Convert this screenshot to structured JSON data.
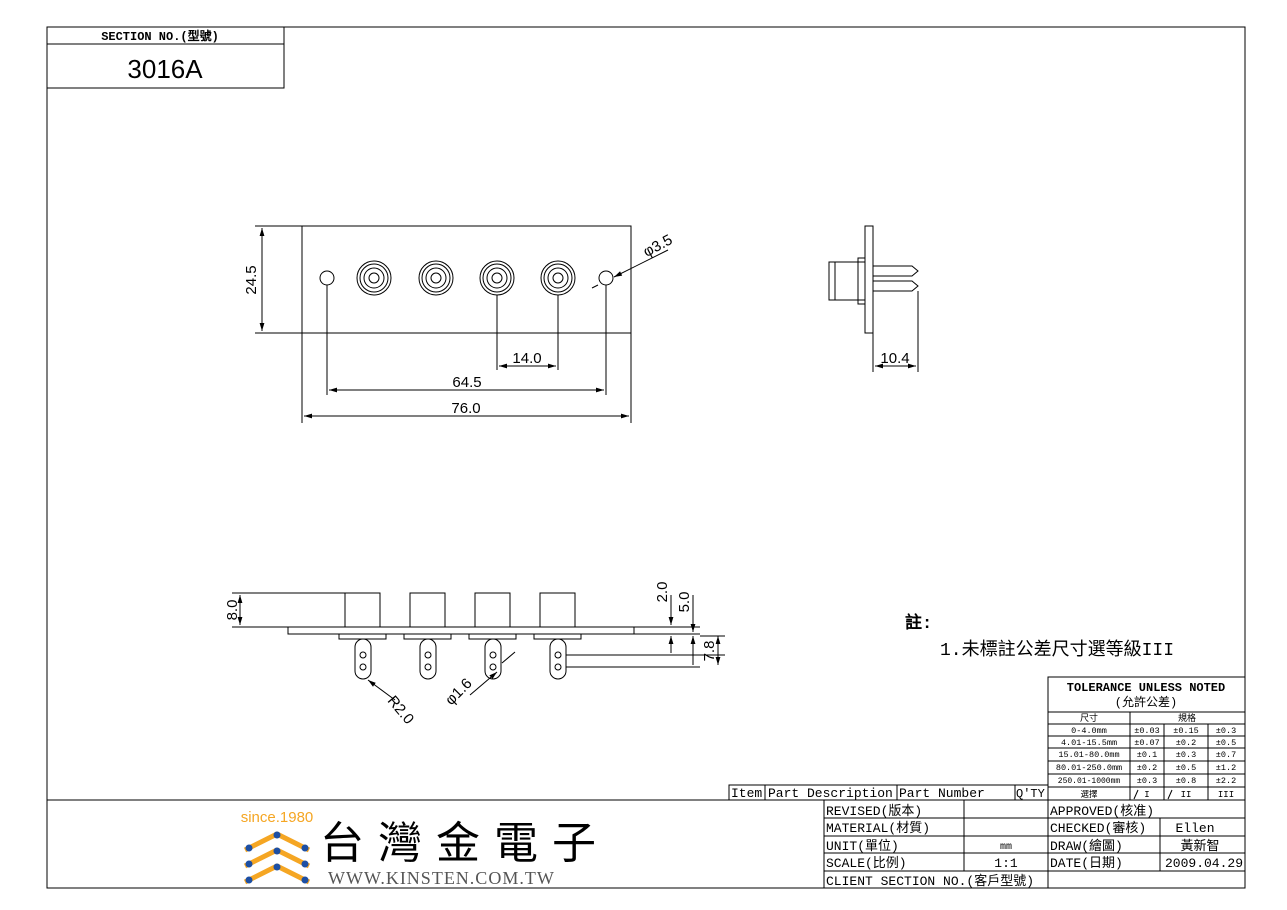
{
  "section": {
    "label": "SECTION NO.(型號)",
    "number": "3016A"
  },
  "front_view": {
    "dims": {
      "height": "24.5",
      "hole_dia": "φ3.5",
      "pitch": "14.0",
      "hole_span": "64.5",
      "width": "76.0"
    }
  },
  "side_view": {
    "dims": {
      "depth": "10.4"
    }
  },
  "bottom_view": {
    "dims": {
      "height": "8.0",
      "plate": "2.0",
      "jack": "5.0",
      "pin": "7.8",
      "radius": "R2.0",
      "pin_hole": "φ1.6"
    }
  },
  "notes": {
    "title": "註:",
    "line1": "1.未標註公差尺寸選等級III"
  },
  "tolerance": {
    "title": "TOLERANCE UNLESS NOTED",
    "subtitle": "(允許公差)",
    "col_size": "尺寸",
    "col_spec": "規格",
    "rows": [
      {
        "range": "0-4.0mm",
        "v1": "±0.03",
        "v2": "±0.15",
        "v3": "±0.3"
      },
      {
        "range": "4.01-15.5mm",
        "v1": "±0.07",
        "v2": "±0.2",
        "v3": "±0.5"
      },
      {
        "range": "15.01-80.0mm",
        "v1": "±0.1",
        "v2": "±0.3",
        "v3": "±0.7"
      },
      {
        "range": "80.01-250.0mm",
        "v1": "±0.2",
        "v2": "±0.5",
        "v3": "±1.2"
      },
      {
        "range": "250.01-1000mm",
        "v1": "±0.3",
        "v2": "±0.8",
        "v3": "±2.2"
      }
    ],
    "select_label": "選擇",
    "grades": [
      "I",
      "II",
      "III"
    ]
  },
  "bom_header": {
    "item": "Item",
    "desc": "Part Description",
    "number": "Part Number",
    "qty": "Q'TY"
  },
  "title_block": {
    "revised": "REVISED(版本)",
    "material": "MATERIAL(材質)",
    "unit": "UNIT(單位)",
    "unit_value": "mm",
    "scale": "SCALE(比例)",
    "scale_value": "1:1",
    "client": "CLIENT SECTION NO.(客戶型號)",
    "approved": "APPROVED(核准)",
    "checked": "CHECKED(審核)",
    "checked_value": "Ellen",
    "draw": "DRAW(繪圖)",
    "draw_value": "黃新智",
    "date": "DATE(日期)",
    "date_value": "2009.04.29"
  },
  "company": {
    "since": "since.1980",
    "name": "台灣金電子",
    "url": "WWW.KINSTEN.COM.TW",
    "logo_color": "#f5a623",
    "logo_blue": "#1d4fa3"
  }
}
